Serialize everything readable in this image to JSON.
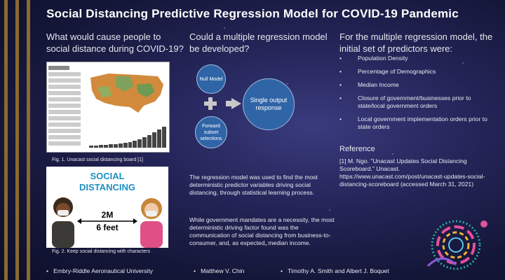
{
  "title": "Social Distancing Predictive Regression Model for COVID-19 Pandemic",
  "col1": {
    "heading": "What would cause people to social distance during COVID-19?",
    "fig1_caption": "Fig. 1.  Unacast social distancing board [1]",
    "fig2_caption": "Fig. 2.  Keep social distancing with characters",
    "fig2": {
      "line1": "SOCIAL",
      "line2": "DISTANCING",
      "dist1": "2M",
      "dist2": "6 feet"
    }
  },
  "col2": {
    "heading": "Could a multiple regression model be developed?",
    "diagram": {
      "null_model": "Null Model",
      "forward": "Forward subset selections",
      "output": "Single output response"
    },
    "para1": "The regression model was used to find the most deterministic predictor variables driving social distancing, through statistical learning process.",
    "para2": "While government mandates are a necessity, the most deterministic driving factor found was the communication of social distancing from business-to-consumer, and, as expected, median income."
  },
  "col3": {
    "heading": "For the multiple regression model, the initial set of predictors were:",
    "predictors": [
      "Population Density",
      "Percentage of Demographics",
      "Median Income",
      "Closure of government/businesses prior to state/local government orders",
      "Local government implementation orders prior to state orders"
    ],
    "reference_heading": "Reference",
    "reference": "[1]   M. Ngo. \"Unacast Updates Social Distancing Scoreboard.\" Unacast. https://www.unacast.com/post/unacast-updates-social-distancing-scoreboard (accessed March 31, 2021)"
  },
  "footer": [
    "Embry-Riddle Aeronautical University",
    "Matthew V. Chin",
    "Timothy A. Smith and Albert J. Boquet"
  ],
  "colors": {
    "node_blue": "#2f64a7",
    "side_bar": "#8a6a2e",
    "social_blue": "#1b8fc4"
  }
}
